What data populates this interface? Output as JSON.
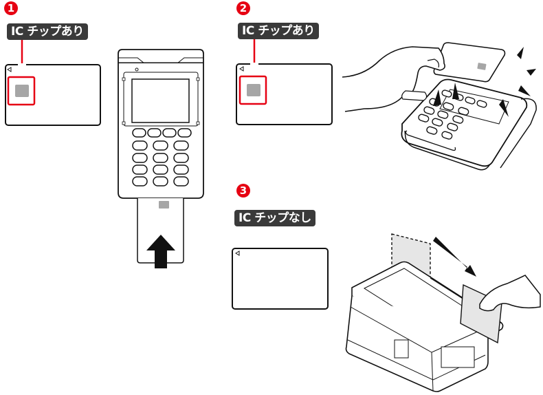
{
  "steps": [
    {
      "number": "1",
      "label": "IC チップあり",
      "has_chip": true,
      "action": "insert"
    },
    {
      "number": "2",
      "label": "IC チップあり",
      "has_chip": true,
      "action": "tap"
    },
    {
      "number": "3",
      "label": "IC チップなし",
      "has_chip": false,
      "action": "swipe"
    }
  ],
  "colors": {
    "accent": "#e60012",
    "tag_bg": "#3a3a3a",
    "chip": "#a6a6a6",
    "line": "#111111",
    "card_fill": "#e6e6e6"
  }
}
